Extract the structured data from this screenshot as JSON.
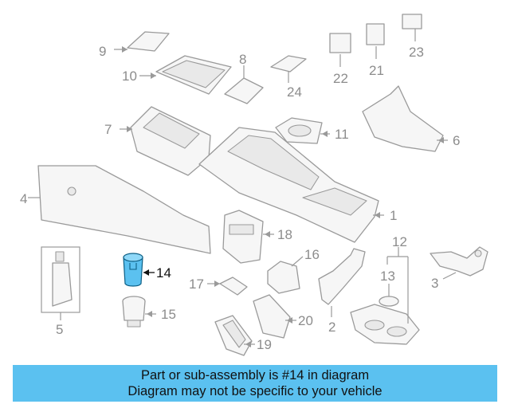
{
  "callouts": {
    "c1": "1",
    "c2": "2",
    "c3": "3",
    "c4": "4",
    "c5": "5",
    "c6": "6",
    "c7": "7",
    "c8": "8",
    "c9": "9",
    "c10": "10",
    "c11": "11",
    "c12": "12",
    "c13": "13",
    "c14": "14",
    "c15": "15",
    "c16": "16",
    "c17": "17",
    "c18": "18",
    "c19": "19",
    "c20": "20",
    "c21": "21",
    "c22": "22",
    "c23": "23",
    "c24": "24"
  },
  "highlighted_part": "14",
  "highlight_color": "#5bc1f0",
  "banner": {
    "line1": "Part or sub-assembly is #14 in diagram",
    "line2": "Diagram may not be specific to your vehicle",
    "background": "#5bc1f0"
  }
}
